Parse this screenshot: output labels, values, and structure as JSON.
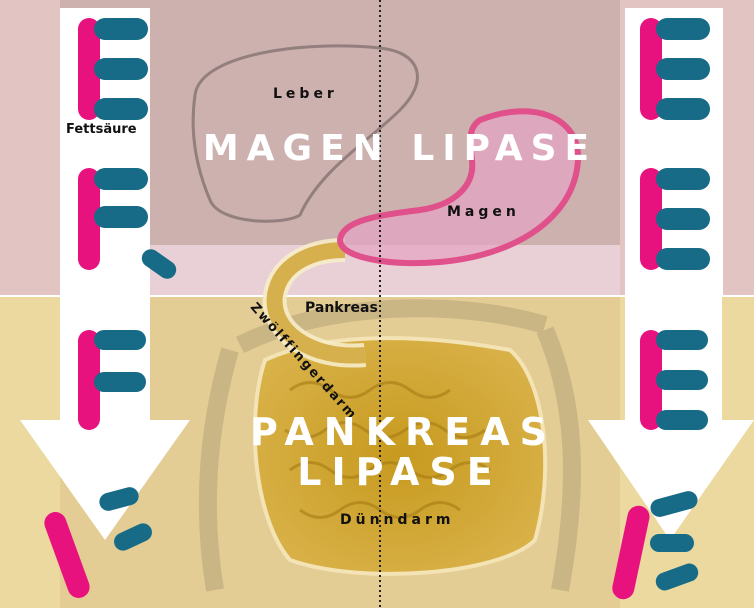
{
  "labels": {
    "fettsaeure": "Fettsäure",
    "leber": "Leber",
    "magen": "Magen",
    "pankreas": "Pankreas",
    "zwoelffingerdarm": "Zwölffingerdarm",
    "duenndarm": "Dünndarm"
  },
  "titles": {
    "magen_lipase": "MAGEN LIPASE",
    "pankreas_lipase_line1": "PANKREAS",
    "pankreas_lipase_line2": "LIPASE"
  },
  "colors": {
    "glycerol_backbone": "#e8127f",
    "fatty_acid": "#176b86",
    "stomach_outline": "#e0508a",
    "background_top": "#e6c4c4",
    "background_bottom": "#ecd9a0",
    "arrow": "#ffffff"
  }
}
